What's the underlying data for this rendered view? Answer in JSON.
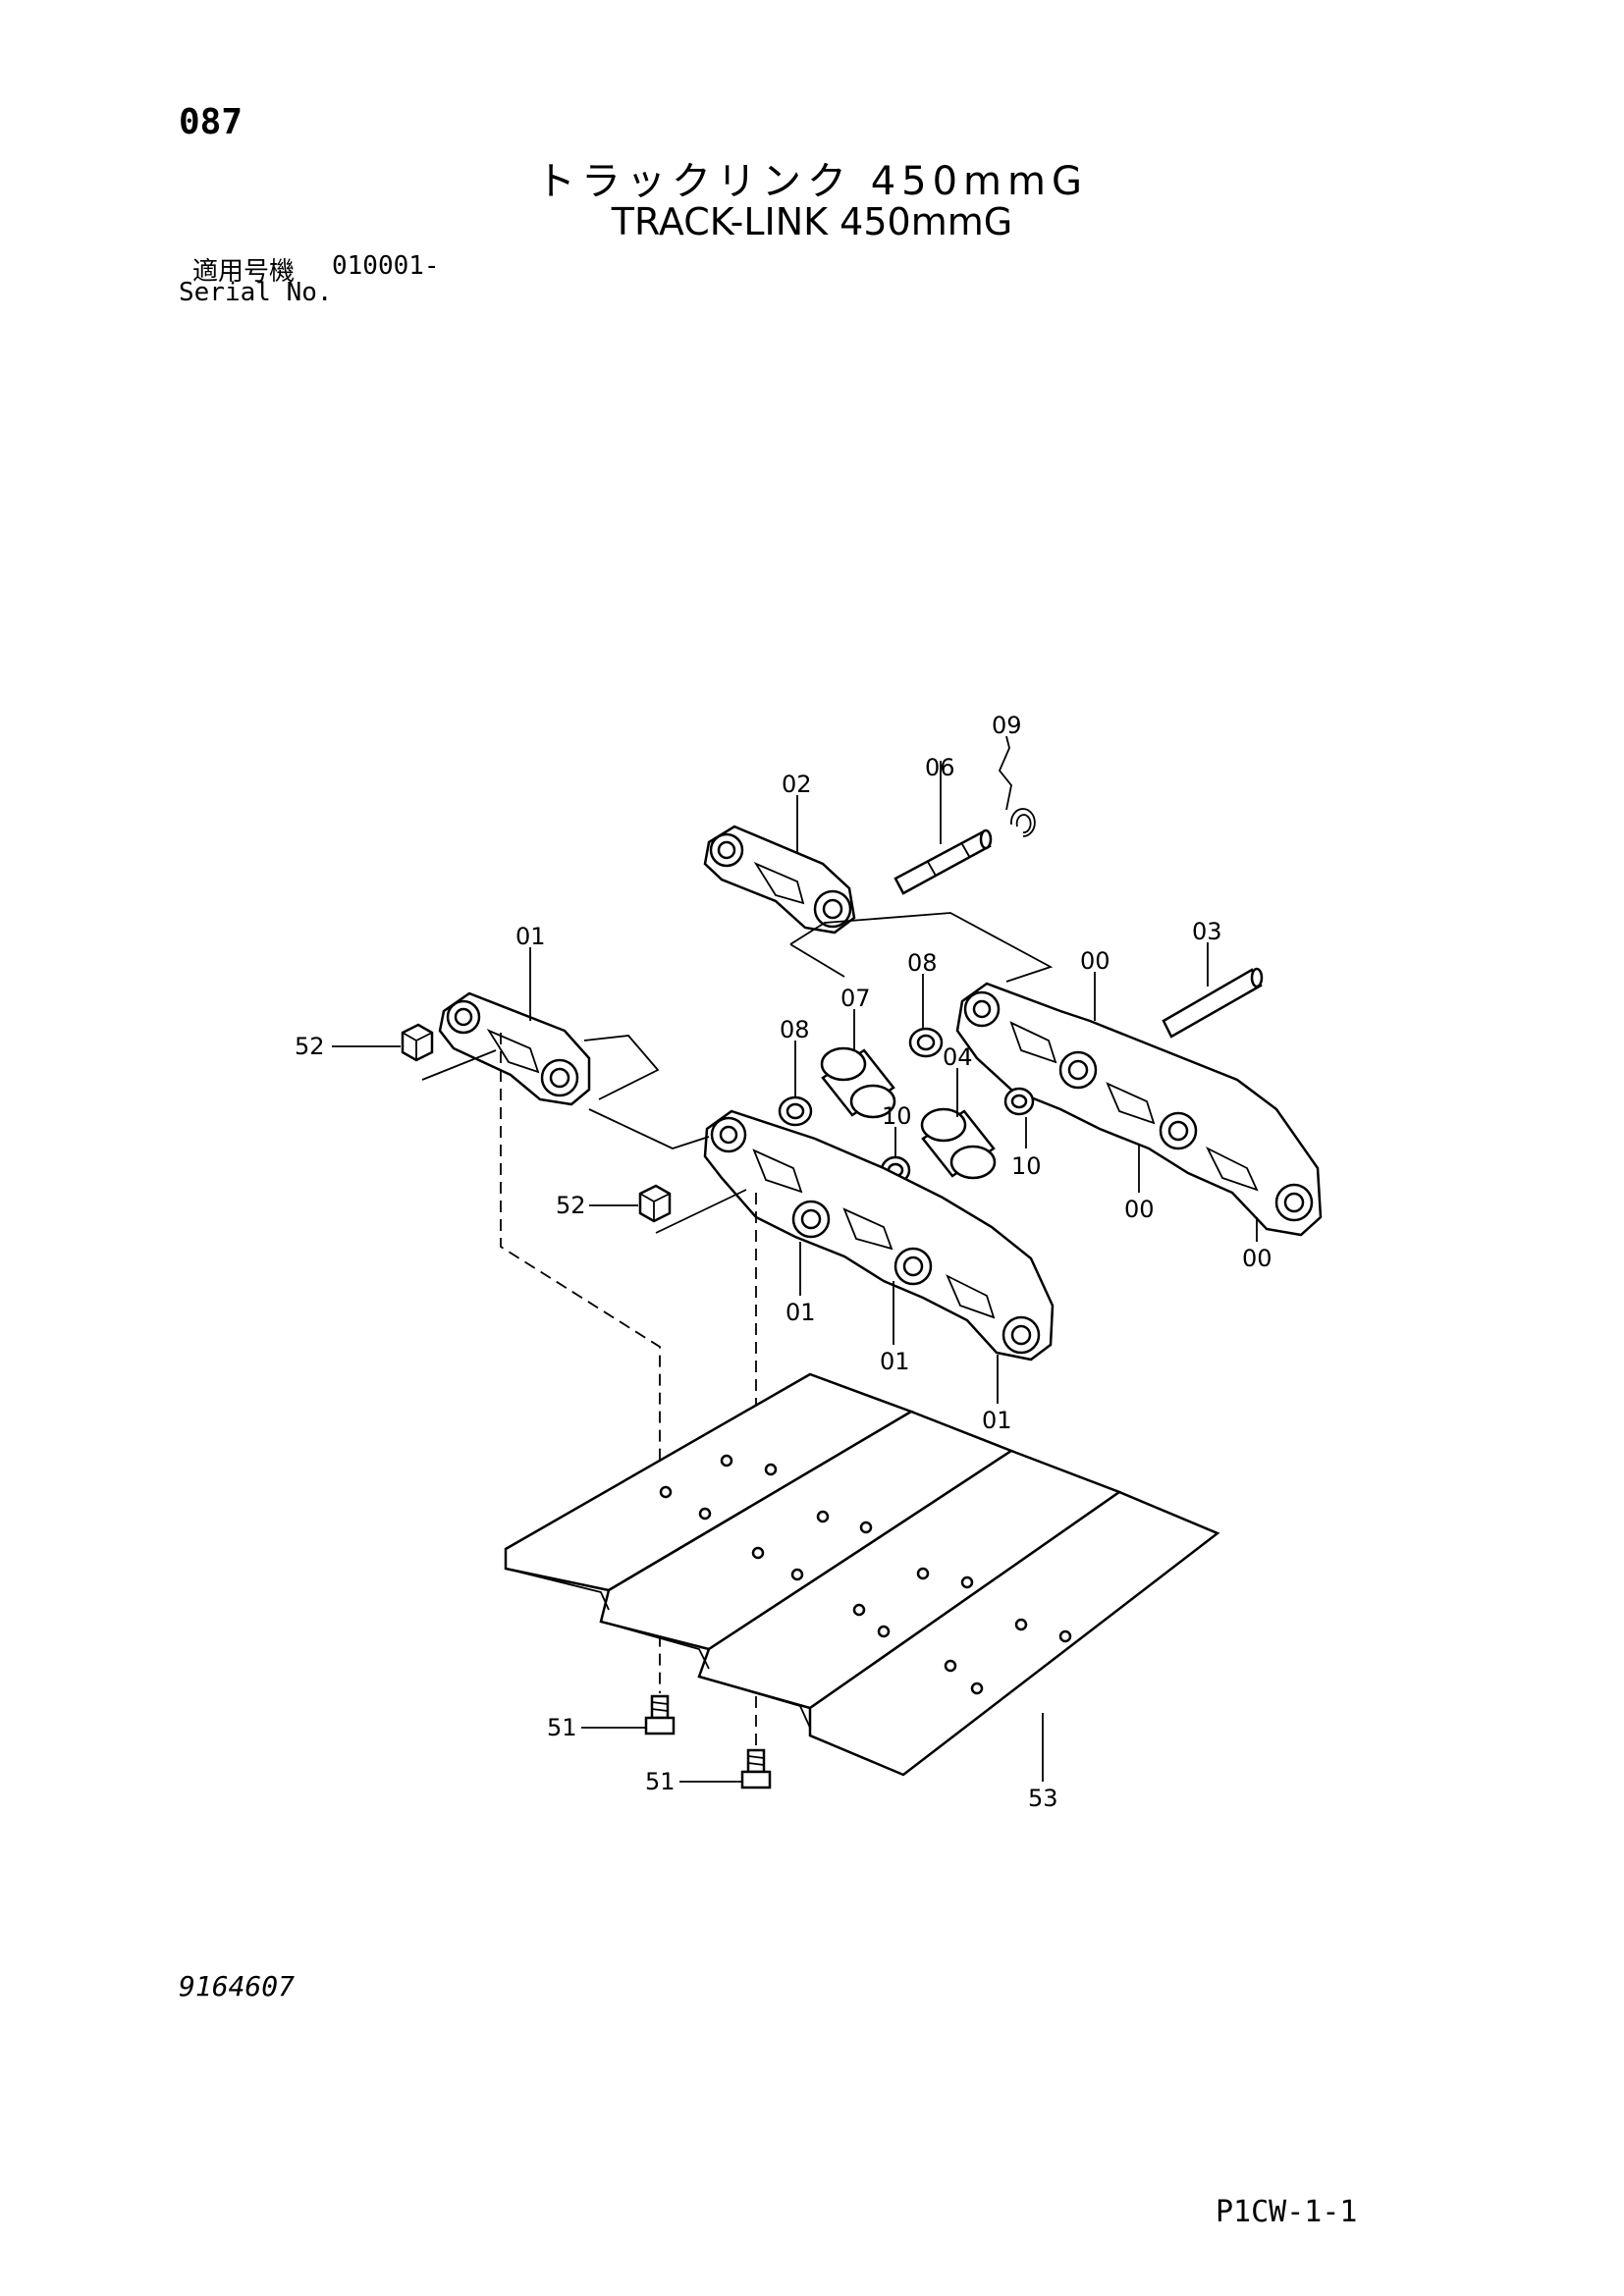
{
  "header": {
    "page_number": "087",
    "title_jp": "トラックリンク 450mmG",
    "title_en": "TRACK-LINK 450mmG",
    "serial_label_jp": "適用号機",
    "serial_value": "010001-",
    "serial_label_en": "Serial No."
  },
  "callouts": {
    "c09": "09",
    "c06": "06",
    "c02": "02",
    "c01_top": "01",
    "c03": "03",
    "c00_a": "00",
    "c08_a": "08",
    "c07": "07",
    "c52_a": "52",
    "c08_b": "08",
    "c04": "04",
    "c10_a": "10",
    "c10_b": "10",
    "c00_b": "00",
    "c00_c": "00",
    "c52_b": "52",
    "c01_a": "01",
    "c01_b": "01",
    "c01_c": "01",
    "c51_a": "51",
    "c51_b": "51",
    "c53": "53"
  },
  "footer": {
    "drawing_number": "9164607",
    "page_code": "P1CW-1-1"
  }
}
